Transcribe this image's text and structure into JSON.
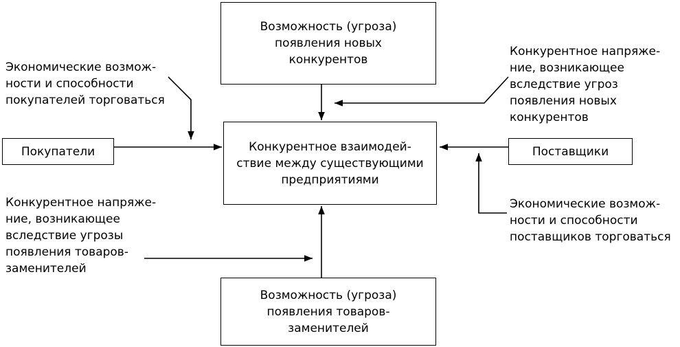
{
  "boxes": {
    "new_competitors": "Возможность (угроза)\nпоявления новых\nконкурентов",
    "rivalry": "Конкурентное взаимодей-\nствие между существующими\nпредприятиями",
    "substitutes": "Возможность (угроза)\nпоявления товаров-\nзаменителей",
    "buyers": "Покупатели",
    "suppliers": "Поставщики"
  },
  "notes": {
    "buyers_power": "Экономические возмож-\nности и способности\nпокупателей торговаться",
    "entry_threat_tension": "Конкурентное напряже-\nние, возникающее\nвследствие угроз\nпоявления новых\nконкурентов",
    "substitutes_tension": "Конкурентное напряже-\nние, возникающее\nвследствие угрозы\nпоявления товаров-\nзаменителей",
    "suppliers_power": "Экономические возмож-\nности и способности\nпоставщиков торговаться"
  }
}
